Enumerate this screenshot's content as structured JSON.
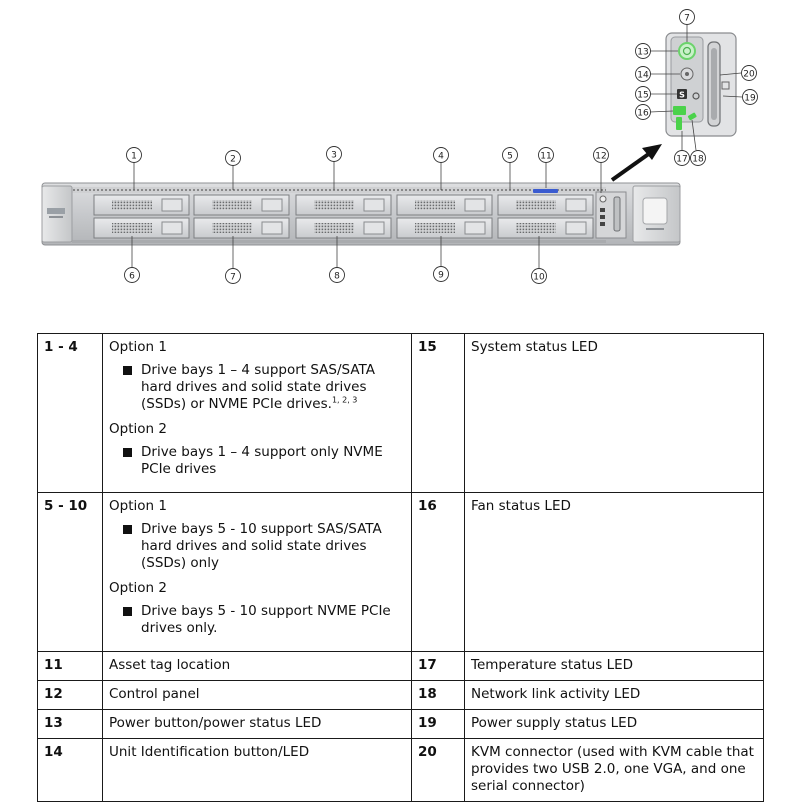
{
  "diagram": {
    "callouts_top": [
      "1",
      "2",
      "3",
      "4",
      "5",
      "11",
      "12"
    ],
    "callouts_bottom": [
      "6",
      "7",
      "8",
      "9",
      "10"
    ],
    "callouts_panel": [
      "7",
      "13",
      "14",
      "15",
      "16",
      "17",
      "18",
      "19",
      "20"
    ],
    "panel_s_label": "S",
    "colors": {
      "power_led": "#6bd36b",
      "status_led": "#4bd24b",
      "asset_tag": "#3a5bd0"
    }
  },
  "table": {
    "rows": [
      {
        "num": "1 - 4",
        "options": [
          {
            "title": "Option 1",
            "bullet": "Drive bays 1 – 4 support SAS/SATA hard drives and solid state drives (SSDs) or NVME PCIe drives.",
            "sup": "1, 2, 3"
          },
          {
            "title": "Option 2",
            "bullet": "Drive bays 1 – 4 support only NVME PCIe drives",
            "sup": ""
          }
        ],
        "num2": "15",
        "desc2": "System status LED"
      },
      {
        "num": "5 - 10",
        "options": [
          {
            "title": "Option 1",
            "bullet": "Drive bays 5 - 10 support SAS/SATA hard drives and solid state drives (SSDs) only",
            "sup": ""
          },
          {
            "title": "Option 2",
            "bullet": "Drive bays 5 - 10 support NVME PCIe drives only.",
            "sup": ""
          }
        ],
        "num2": "16",
        "desc2": "Fan status LED"
      },
      {
        "num": "11",
        "desc1": "Asset tag location",
        "num2": "17",
        "desc2": "Temperature status LED"
      },
      {
        "num": "12",
        "desc1": "Control panel",
        "num2": "18",
        "desc2": "Network link activity LED"
      },
      {
        "num": "13",
        "desc1": "Power button/power status LED",
        "num2": "19",
        "desc2": "Power supply status LED"
      },
      {
        "num": "14",
        "desc1": "Unit Identification button/LED",
        "num2": "20",
        "desc2": "KVM connector (used with KVM cable that provides two USB 2.0, one VGA, and one serial connector)"
      }
    ]
  }
}
